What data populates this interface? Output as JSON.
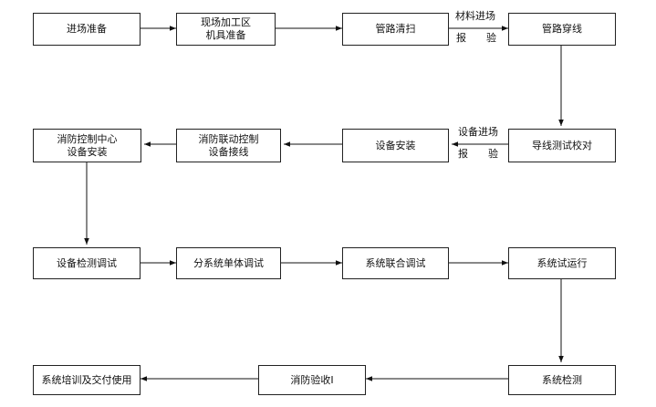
{
  "nodes": {
    "n1": [
      "进场准备"
    ],
    "n2": [
      "现场加工区",
      "机具准备"
    ],
    "n3": [
      "管路清扫"
    ],
    "n4": [
      "管路穿线"
    ],
    "n5": [
      "导线测试校对"
    ],
    "n6": [
      "设备安装"
    ],
    "n7": [
      "消防联动控制",
      "设备接线"
    ],
    "n8": [
      "消防控制中心",
      "设备安装"
    ],
    "n9": [
      "设备检测调试"
    ],
    "n10": [
      "分系统单体调试"
    ],
    "n11": [
      "系统联合调试"
    ],
    "n12": [
      "系统试运行"
    ],
    "n13": [
      "系统检测"
    ],
    "n14": [
      "消防验收I"
    ],
    "n15": [
      "系统培训及交付使用"
    ]
  },
  "edge_labels": {
    "top_a": "材料进场",
    "top_b": "报",
    "top_c": "验",
    "mid_a": "设备进场",
    "mid_b": "报",
    "mid_c": "验"
  }
}
